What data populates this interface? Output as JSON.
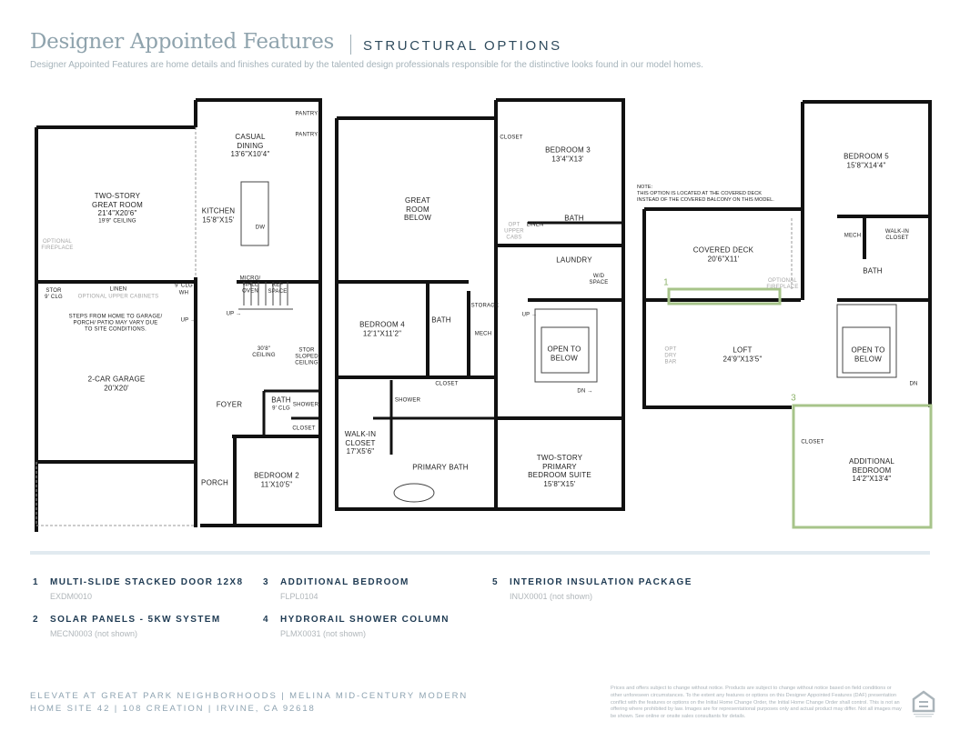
{
  "header": {
    "title": "Designer Appointed Features",
    "subtitle": "STRUCTURAL OPTIONS",
    "intro": "Designer Appointed Features are home details and finishes curated by the talented design professionals responsible for the distinctive looks found in our model homes."
  },
  "plan1": [
    "CASUAL\nDINING\n13'6\"X10'4\"",
    "PANTRY",
    "PANTRY",
    "TWO-STORY\nGREAT ROOM\n21'4\"X20'6\"",
    "19'9\" CEILING",
    "KITCHEN\n15'8\"X15'",
    "DW",
    "OPTIONAL\nFIREPLACE",
    "STOR\n9' CLG",
    "LINEN",
    "OPTIONAL UPPER CABINETS",
    "9' CLG",
    "WH",
    "MICRO/\nWALL\nOVEN",
    "REF\nSPACE",
    "STEPS FROM HOME TO GARAGE/\nPORCH/ PATIO MAY VARY DUE\nTO SITE CONDITIONS.",
    "UP →",
    "UP →",
    "30'8\"\nCEILING",
    "STOR\nSLOPED\nCEILING",
    "2-CAR GARAGE\n20'X20'",
    "BATH",
    "9' CLG",
    "SHOWER",
    "CLOSET",
    "FOYER",
    "PORCH",
    "BEDROOM 2\n11'X10'5\""
  ],
  "plan2": [
    "CLOSET",
    "BEDROOM 3\n13'4\"X13'",
    "GREAT\nROOM\nBELOW",
    "OPT\nUPPER\nCABS",
    "LINEN",
    "BATH",
    "LAUNDRY",
    "W/D\nSPACE",
    "STORAGE",
    "BATH",
    "MECH",
    "BEDROOM 4\n12'1\"X11'2\"",
    "UP →",
    "OPEN TO\nBELOW",
    "CLOSET",
    "DN →",
    "SHOWER",
    "WALK-IN\nCLOSET\n17'X5'6\"",
    "PRIMARY BATH",
    "TWO-STORY\nPRIMARY\nBEDROOM SUITE\n15'8\"X15'"
  ],
  "plan3": {
    "note": "NOTE:\nTHIS OPTION IS LOCATED AT THE COVERED DECK\nINSTEAD OF THE COVERED BALCONY ON THIS MODEL.",
    "labels": [
      "BEDROOM 5\n15'8\"X14'4\"",
      "MECH",
      "WALK-IN\nCLOSET",
      "COVERED DECK\n20'6\"X11'",
      "BATH",
      "OPTIONAL\nFIREPLACE",
      "1",
      "OPT\nDRY\nBAR",
      "LOFT\n24'9\"X13'5\"",
      "OPEN TO\nBELOW",
      "DN",
      "3",
      "CLOSET",
      "ADDITIONAL\nBEDROOM\n14'2\"X13'4\""
    ]
  },
  "highlight_color": "#a7c48a",
  "options": [
    {
      "num": "1",
      "name": "MULTI-SLIDE STACKED DOOR 12X8",
      "code": "EXDM0010"
    },
    {
      "num": "2",
      "name": "SOLAR PANELS - 5KW SYSTEM",
      "code": "MECN0003 (not shown)"
    },
    {
      "num": "3",
      "name": "ADDITIONAL BEDROOM",
      "code": "FLPL0104"
    },
    {
      "num": "4",
      "name": "HYDRORAIL SHOWER COLUMN",
      "code": "PLMX0031 (not shown)"
    },
    {
      "num": "5",
      "name": "INTERIOR INSULATION PACKAGE",
      "code": "INUX0001 (not shown)"
    }
  ],
  "footer": {
    "line1": "ELEVATE AT GREAT PARK NEIGHBORHOODS | MELINA MID-CENTURY MODERN",
    "line2": "HOME SITE 42 | 108 CREATION | IRVINE, CA 92618",
    "disclaimer": "Prices and offers subject to change without notice. Products are subject to change without notice based on field conditions or other unforeseen circumstances. To the extent any features or options on this Designer Appointed Features (DAF) presentation conflict with the features or options on the Initial Home Change Order, the Initial Home Change Order shall control. This is not an offering where prohibited by law. Images are for representational purposes only and actual product may differ. Not all images may be shown. See online or onsite sales consultants for details."
  }
}
